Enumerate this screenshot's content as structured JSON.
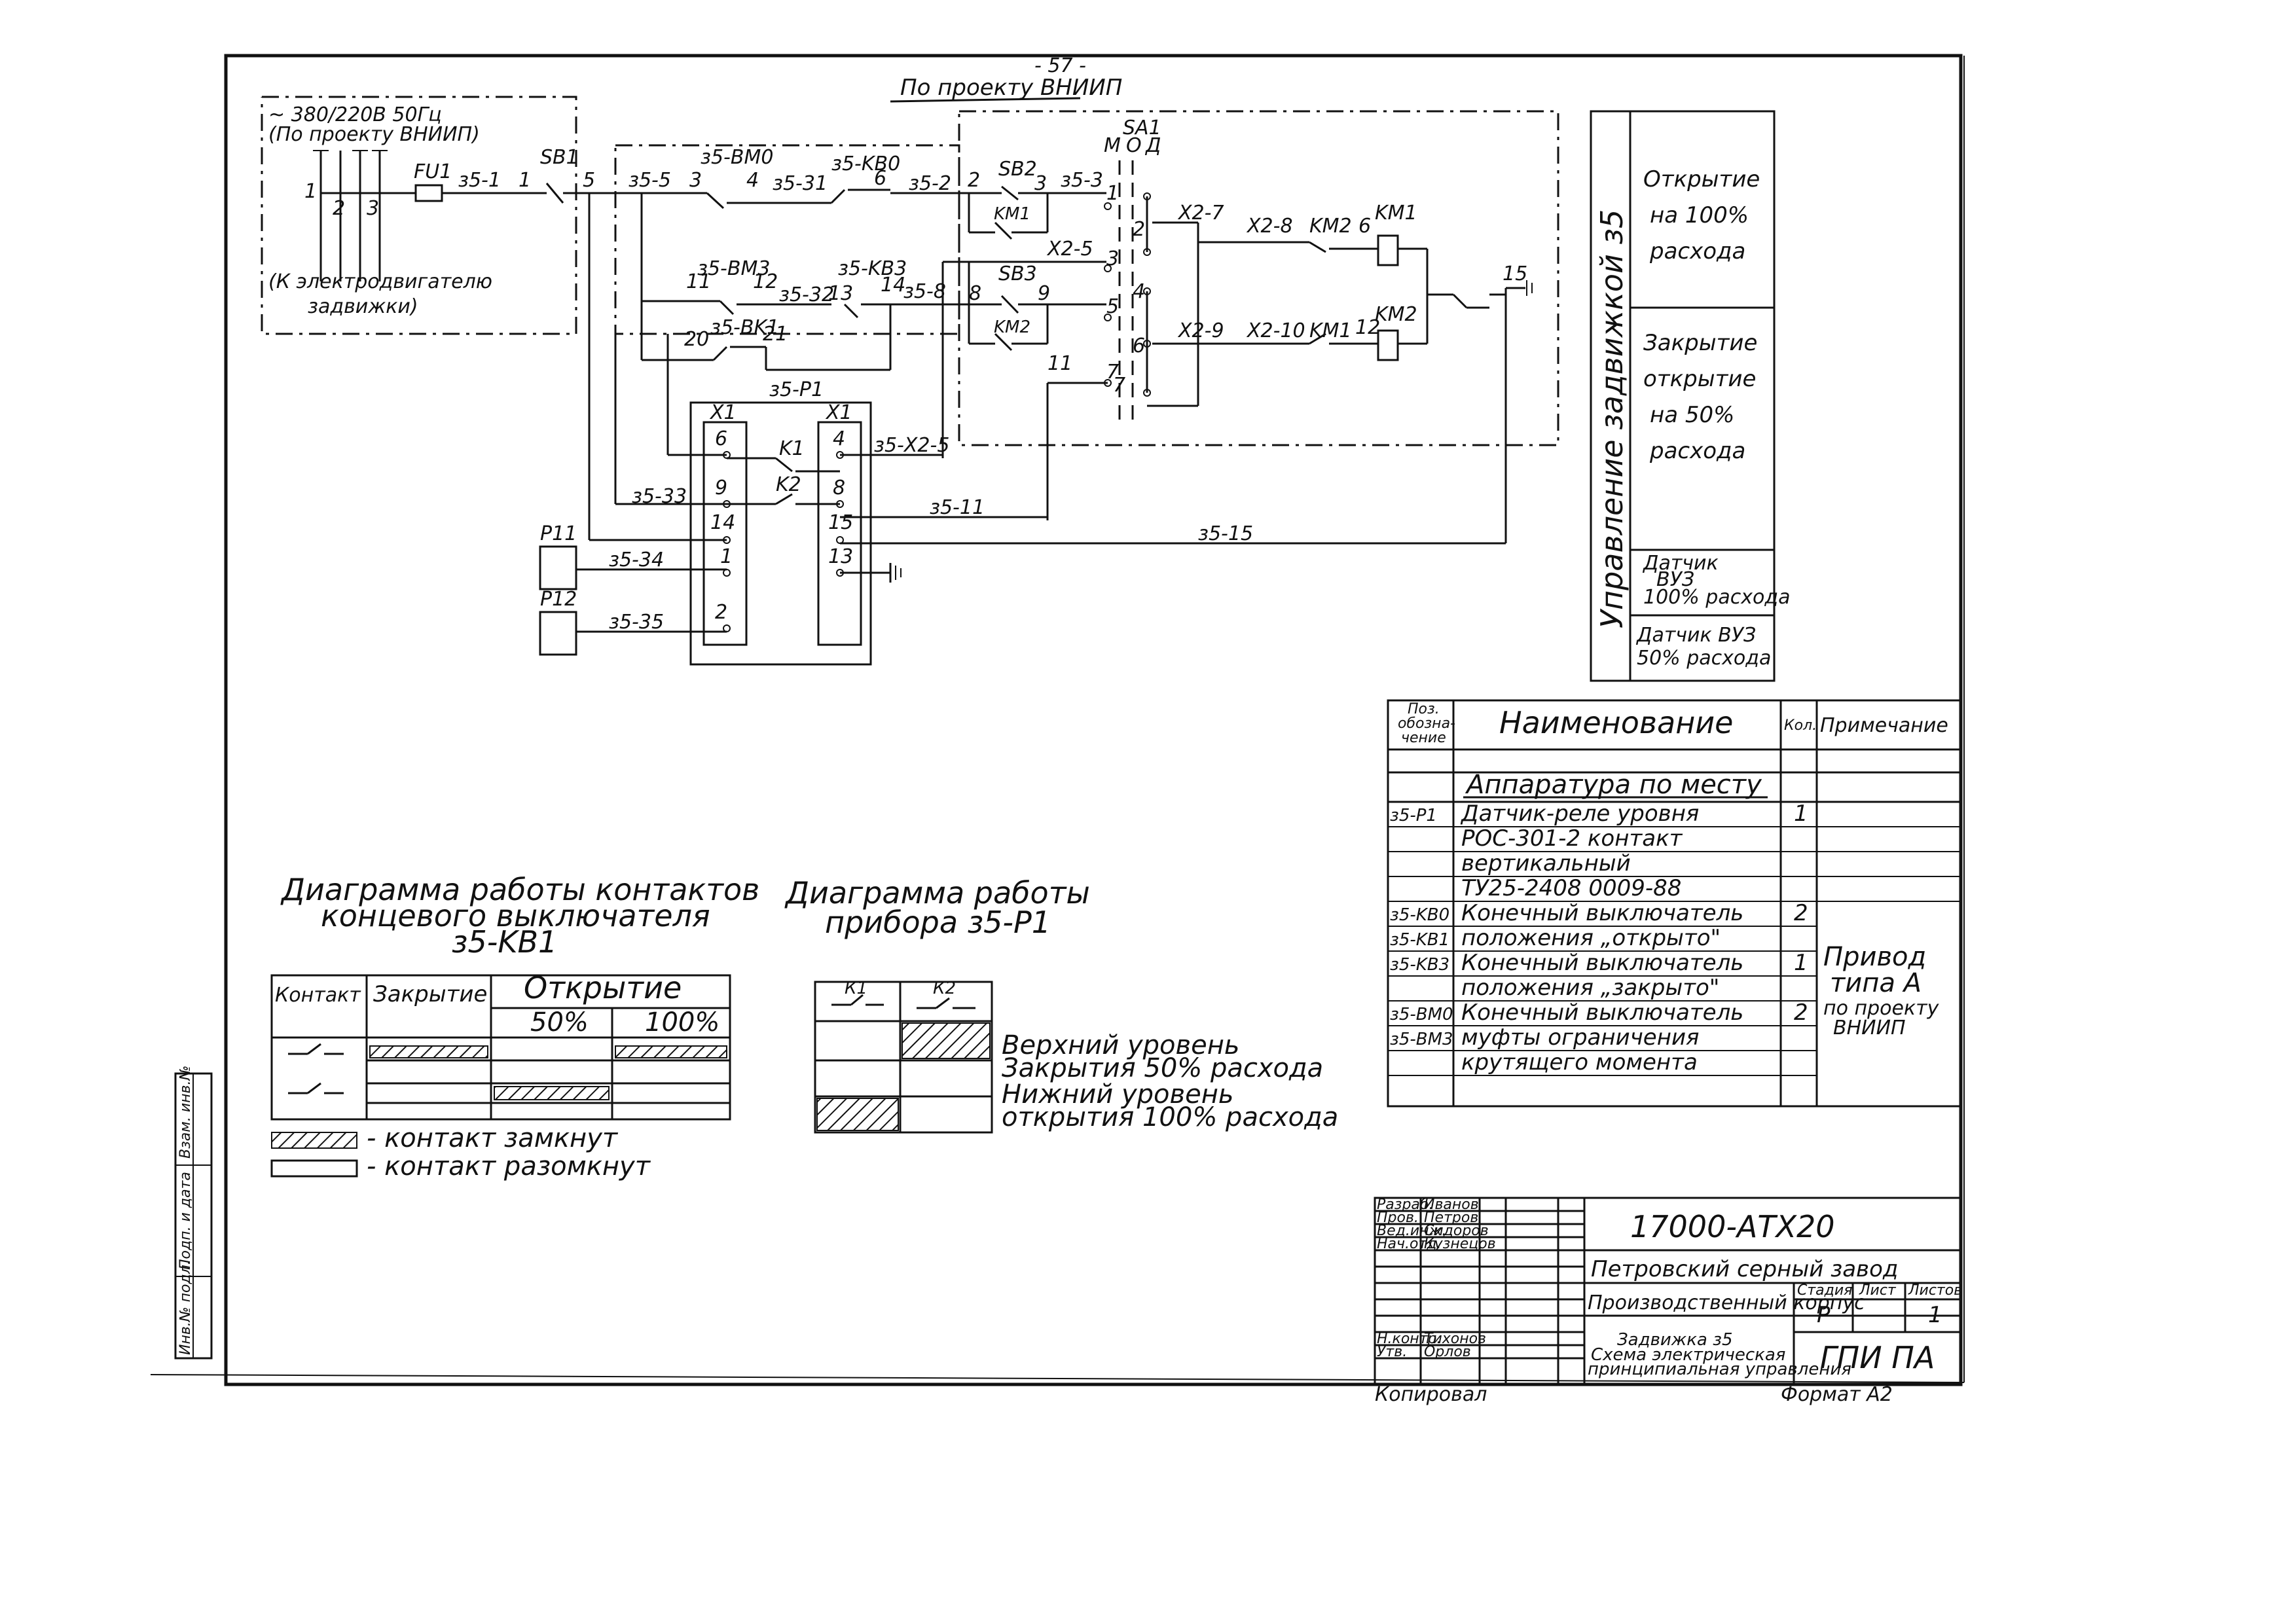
{
  "page_number": "- 57 -",
  "project_note": "По проекту ВНИИП",
  "supply": {
    "voltage": "~ 380/220В 50Гц",
    "note": "(По проекту ВНИИП)",
    "motor_note_1": "(К электродвигателю",
    "motor_note_2": "задвижки)"
  },
  "devices": {
    "fu1": "FU1",
    "sb1": "SB1",
    "sb2": "SB2",
    "sb3": "SB3",
    "sa1": "SA1",
    "km1": "KM1",
    "km2": "KM2",
    "km1_contact": "KM1",
    "km2_contact": "KM2",
    "km1_contact_b": "KM1",
    "km2_contact_b": "KM2",
    "k1": "K1",
    "k2": "K2",
    "x1_left": "X1",
    "x1_right": "X1",
    "relay": "з5-P1",
    "p11": "P11",
    "p12": "P12",
    "sa1_m": "М",
    "sa1_o": "О",
    "sa1_d": "Д"
  },
  "wire_labels": {
    "w1": "з5-1",
    "w5": "з5-5",
    "bm0": "з5-BM0",
    "w31": "з5-31",
    "kb0": "з5-KB0",
    "w2": "з5-2",
    "w3": "з5-3",
    "bm3": "з5-BM3",
    "w32": "з5-32",
    "kb3": "з5-KB3",
    "w8": "з5-8",
    "bk1": "з5-BK1",
    "x25": "Х2-5",
    "x27": "Х2-7",
    "x28": "Х2-8",
    "x29": "Х2-9",
    "x210": "Х2-10",
    "w33": "з5-33",
    "w11": "з5-11",
    "w15": "з5-15",
    "w34": "з5-34",
    "w35": "з5-35",
    "wx25": "з5-Х2-5"
  },
  "nodes": {
    "n1": "1",
    "n2": "2",
    "n3": "3",
    "n1b": "1",
    "n5": "5",
    "n3b": "3",
    "n4": "4",
    "n6": "6",
    "n2b": "2",
    "n3c": "3",
    "n11": "11",
    "n12": "12",
    "n13": "13",
    "n14": "14",
    "n8": "8",
    "n9": "9",
    "n20": "20",
    "n21": "21",
    "n6b": "6",
    "n12b": "12",
    "n15": "15",
    "n7": "7",
    "n11b": "11",
    "sa_1": "1",
    "sa_2": "2",
    "sa_3": "3",
    "sa_4": "4",
    "sa_5": "5",
    "sa_6": "6",
    "sa_7": "7",
    "xl_6": "6",
    "xl_9": "9",
    "xl_14": "14",
    "xl_1": "1",
    "xl_2": "2",
    "xr_4": "4",
    "xr_8": "8",
    "xr_15": "15",
    "xr_13": "13"
  },
  "side_panel": {
    "vertical_title": "Управление задвижкой з5",
    "row1": [
      "Открытие",
      "на 100%",
      "расхода"
    ],
    "row2": [
      "Закрытие",
      "открытие",
      "на 50%",
      "расхода"
    ],
    "row3": [
      "Датчик",
      "ВУЗ",
      "100% расхода"
    ],
    "row4": [
      "Датчик ВУЗ",
      "50% расхода"
    ]
  },
  "spec_table": {
    "headers": {
      "pos": [
        "Поз.",
        "обозна-",
        "чение"
      ],
      "name": "Наименование",
      "qty": "Кол.",
      "note": "Примечание"
    },
    "section": "Аппаратура по месту",
    "rows": [
      {
        "pos": "з5-P1",
        "name": "Датчик-реле уровня",
        "qty": "1",
        "note": ""
      },
      {
        "pos": "",
        "name": "РОС-301-2 контакт",
        "qty": "",
        "note": ""
      },
      {
        "pos": "",
        "name": "вертикальный",
        "qty": "",
        "note": ""
      },
      {
        "pos": "",
        "name": "ТУ25-2408 0009-88",
        "qty": "",
        "note": ""
      },
      {
        "pos": "з5-KB0",
        "name": "Конечный выключатель",
        "qty": "2",
        "note": ""
      },
      {
        "pos": "з5-KB1",
        "name": "положения „открыто\"",
        "qty": "",
        "note": ""
      },
      {
        "pos": "з5-KB3",
        "name": "Конечный выключатель",
        "qty": "1",
        "note": ""
      },
      {
        "pos": "",
        "name": "положения „закрыто\"",
        "qty": "",
        "note": ""
      },
      {
        "pos": "з5-BM0",
        "name": "Конечный выключатель",
        "qty": "2",
        "note": ""
      },
      {
        "pos": "з5-BM3",
        "name": "муфты ограничения",
        "qty": "",
        "note": ""
      },
      {
        "pos": "",
        "name": "крутящего момента",
        "qty": "",
        "note": ""
      }
    ],
    "merged_note": [
      "Привод",
      "типа А",
      "по проекту",
      "ВНИИП"
    ]
  },
  "diagram1": {
    "title_1": "Диаграмма работы контактов",
    "title_2": "концевого выключателя",
    "title_3": "з5-KB1",
    "col_contact": "Контакт",
    "col_close": "Закрытие",
    "col_open": "Открытие",
    "col_50": "50%",
    "col_100": "100%"
  },
  "diagram2": {
    "title_1": "Диаграмма работы",
    "title_2": "прибора з5-P1",
    "k1": "К1",
    "k2": "К2",
    "label_1": "Верхний уровень",
    "label_2": "Закрытия 50% расхода",
    "label_3": "Нижний уровень",
    "label_4": "открытия 100% расхода"
  },
  "legend": {
    "closed": "- контакт замкнут",
    "open": "- контакт разомкнут"
  },
  "title_block": {
    "code": "17000-АТХ20",
    "plant": "Петровский серный завод",
    "building": "Производственный корпус",
    "doc_1": "Задвижка з5",
    "doc_2": "Схема электрическая",
    "doc_3": "принципиальная управления",
    "org": "ГПИ ПА",
    "stage_label": "Стадия",
    "sheet_label": "Лист",
    "sheets_label": "Листов",
    "stage": "Р",
    "sheets": "1",
    "roles": [
      "Разраб.",
      "Пров.",
      "Вед.инж.",
      "Нач.отд.",
      "Н.контр.",
      "Утв."
    ],
    "names": [
      "Иванов",
      "Петров",
      "Сидоров",
      "Кузнецов",
      "Тихонов",
      "Орлов"
    ],
    "copied": "Копировал",
    "format": "Формат А2"
  },
  "left_strip": [
    "Инв.№ подл.",
    "Подп. и дата",
    "Взам. инв.№"
  ]
}
